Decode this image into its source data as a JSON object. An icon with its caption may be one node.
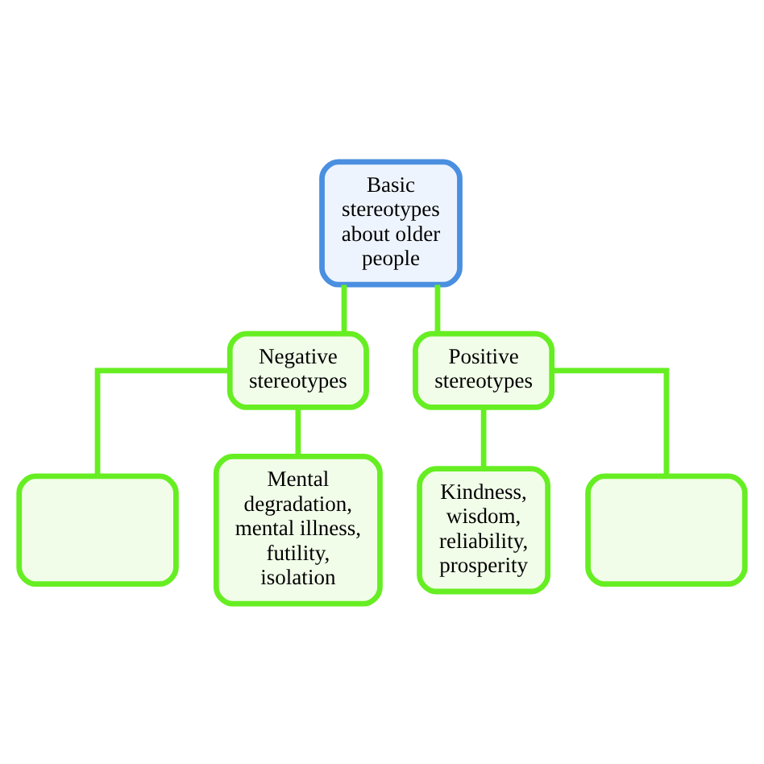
{
  "diagram": {
    "nodes": [
      {
        "text": [
          "Basic stereotypes about older people"
        ]
      },
      {
        "text": [
          "Negative stereotypes"
        ]
      },
      {
        "text": [
          "Positive stereotypes"
        ]
      },
      {
        "text": [],
        "shape": "box"
      },
      {
        "text": [
          "Mental degradation, mental illness, futility, isolation"
        ]
      },
      {
        "text": [
          "Kindness, wisdom, reliability, prosperity"
        ]
      },
      {
        "text": [],
        "shape": "box"
      }
    ],
    "edges": [
      {
        "from": 0,
        "to": 1,
        "arrow": "none"
      },
      {
        "from": 0,
        "to": 2,
        "arrow": "none"
      },
      {
        "from": 1,
        "to": 3,
        "arrow": "none"
      },
      {
        "from": 1,
        "to": 4,
        "arrow": "none"
      },
      {
        "from": 2,
        "to": 5,
        "arrow": "none"
      },
      {
        "from": 2,
        "to": 6,
        "arrow": "none"
      }
    ]
  }
}
